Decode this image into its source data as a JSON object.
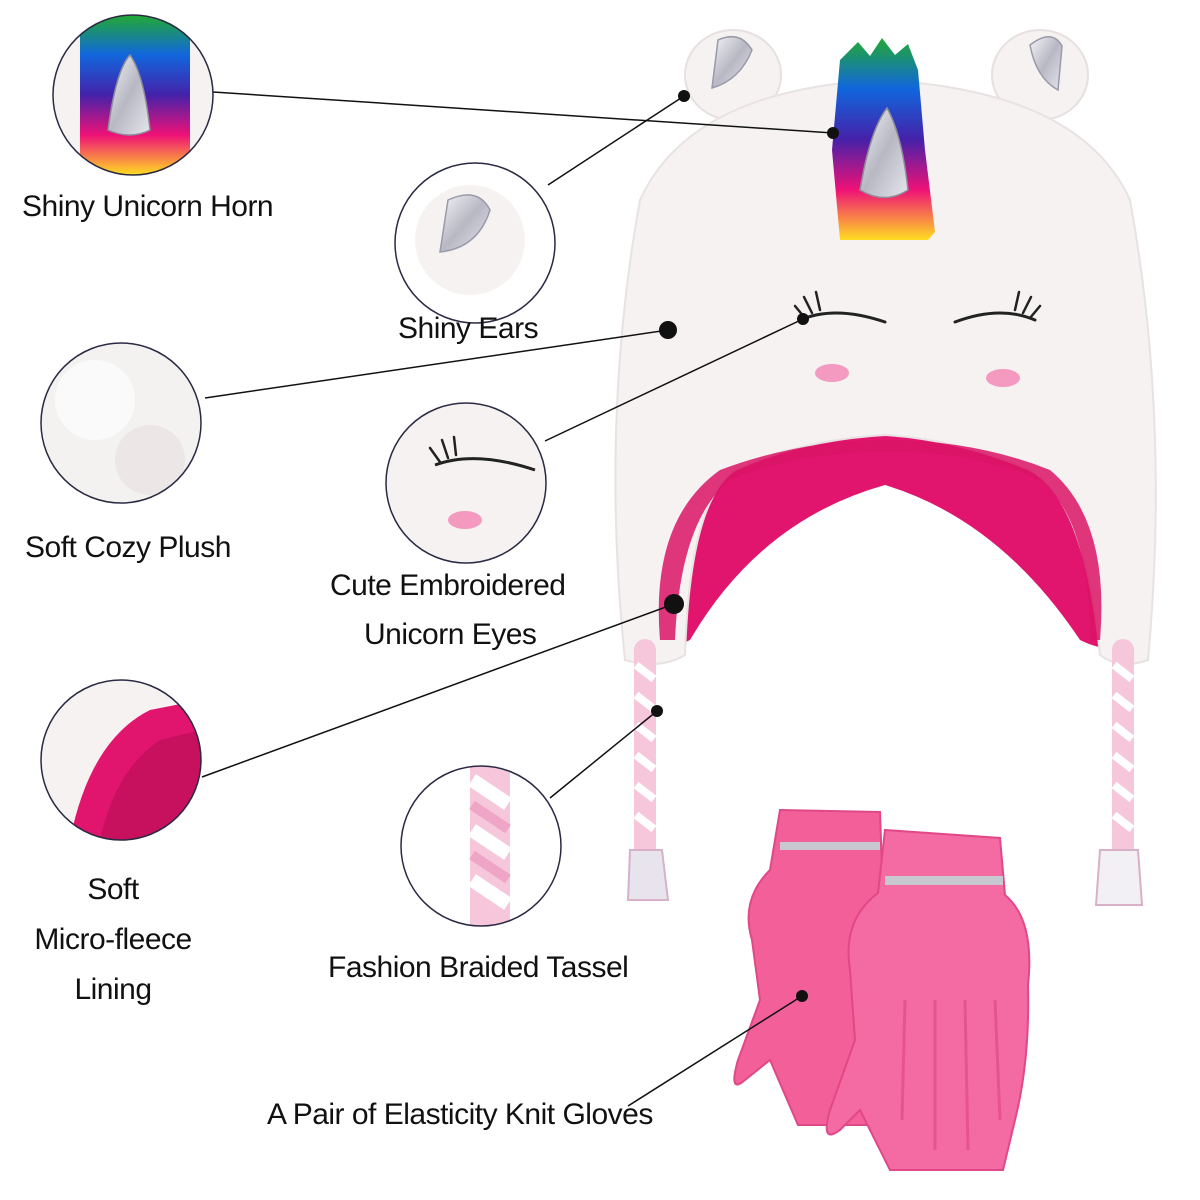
{
  "features": {
    "horn": {
      "label": "Shiny Unicorn Horn"
    },
    "ears": {
      "label": "Shiny Ears"
    },
    "plush": {
      "label": "Soft Cozy Plush"
    },
    "eyes": {
      "line1": "Cute Embroidered",
      "line2": "Unicorn Eyes"
    },
    "lining": {
      "line1": "Soft",
      "line2": "Micro-fleece",
      "line3": "Lining"
    },
    "tassel": {
      "label": "Fashion Braided Tassel"
    },
    "gloves": {
      "label": "A Pair of Elasticity Knit Gloves"
    }
  },
  "colors": {
    "plush_white": "#f6f2f2",
    "lining_pink": "#e2156e",
    "glove_pink": "#f25f99",
    "stripe_grey": "#c8c8d0",
    "callout_border": "#2a2a44"
  }
}
